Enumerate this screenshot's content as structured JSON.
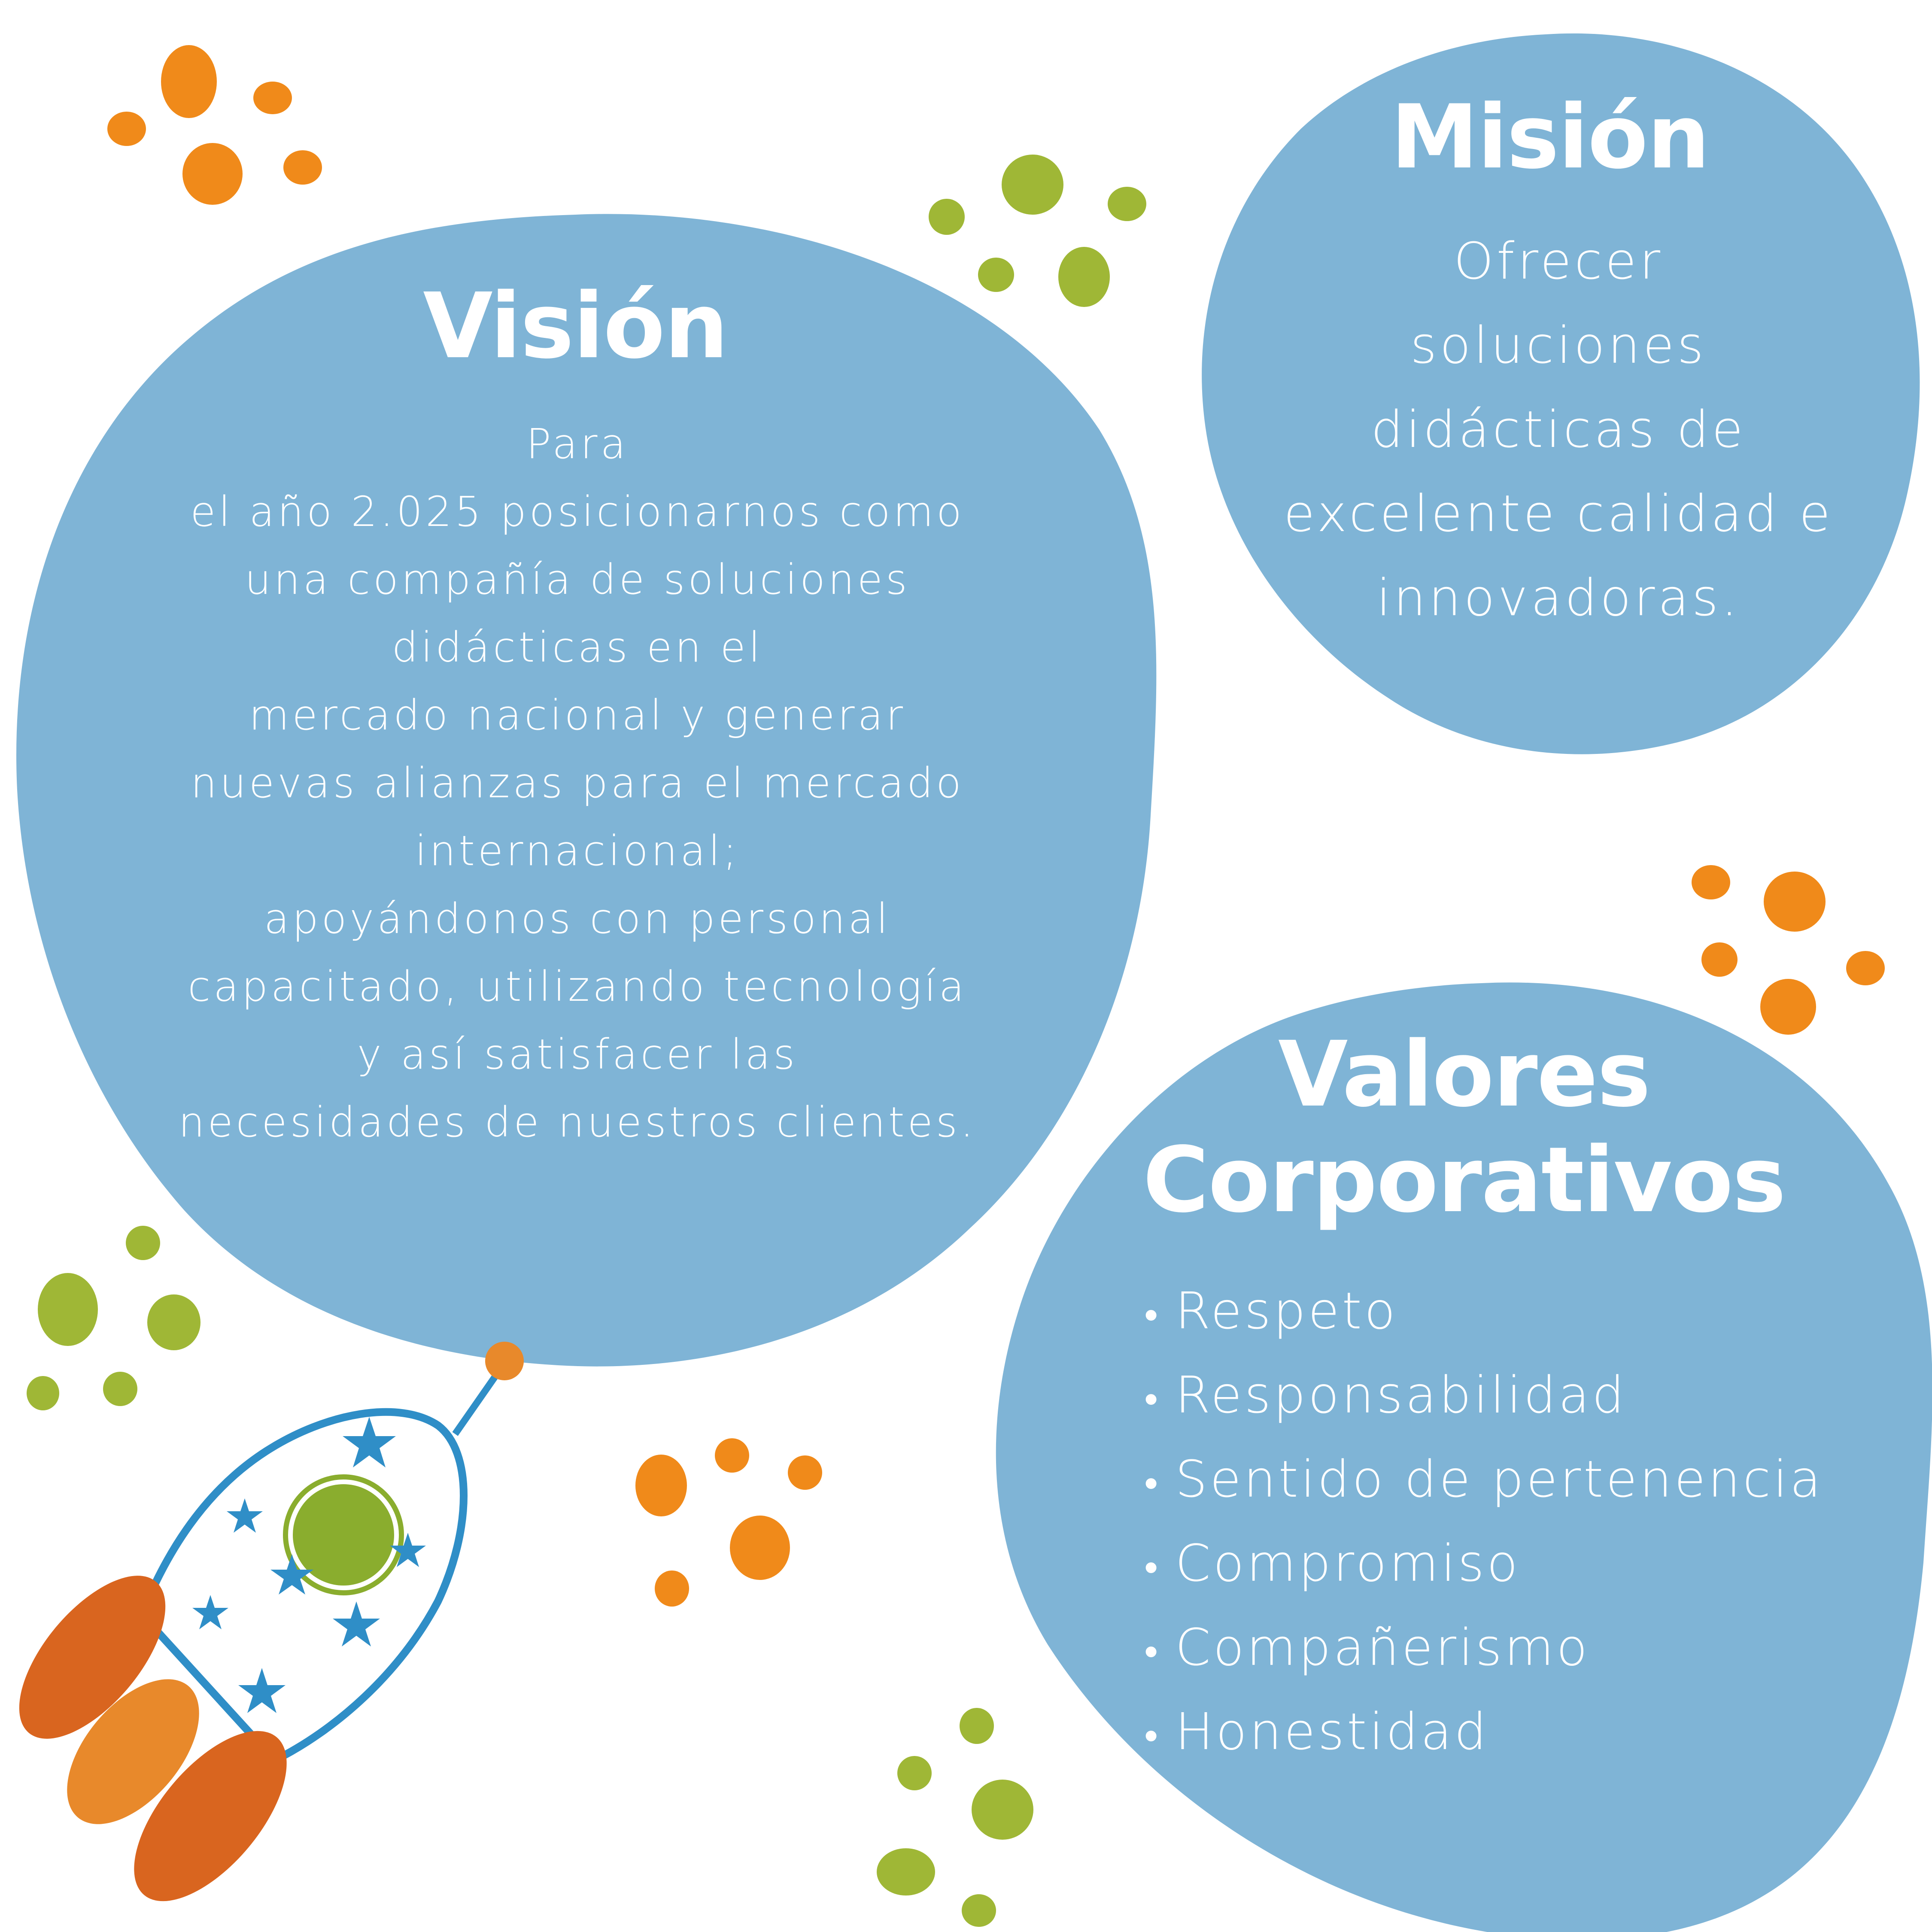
{
  "colors": {
    "circle_blue": "#7fb4d6",
    "dot_orange": "#f08a1a",
    "dot_green": "#9fb736",
    "rocket_blue": "#2f8ec7",
    "rocket_orange_dark": "#d9651f",
    "rocket_orange_light": "#e8892b",
    "rocket_window_green": "#8aad2e"
  },
  "vision": {
    "title": "Visión",
    "text": "Para\nel año 2.025 posicionarnos como\nuna compañía de soluciones\ndidácticas en el\nmercado nacional y generar\nnuevas alianzas para el mercado\ninternacional;\napoyándonos con personal\ncapacitado, utilizando tecnología\ny así satisfacer las\nnecesidades de nuestros clientes."
  },
  "mision": {
    "title": "Misión",
    "text": "Ofrecer\nsoluciones\ndidácticas de\nexcelente calidad e\ninnovadoras."
  },
  "valores": {
    "title": "Valores Corporativos",
    "items": [
      "Respeto",
      "Responsabilidad",
      "Sentido de pertenencia",
      "Compromiso",
      "Compañerismo",
      "Honestidad"
    ]
  },
  "decorations": {
    "rocket": "rocket-illustration",
    "rocket_window": "rocket-window",
    "rocket_stars": "star-icon"
  }
}
